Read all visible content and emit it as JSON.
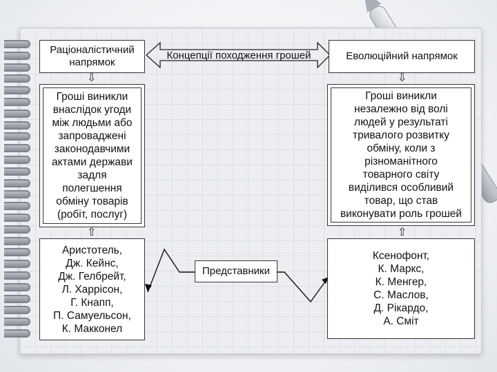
{
  "header": {
    "left": [
      "Раціоналістичний",
      "напрямок"
    ],
    "center": "Концепції походження грошей",
    "right": "Еволюційний напрямок"
  },
  "left_definition": [
    "Гроші виникли",
    "внаслідок угоди",
    "між людьми або",
    "запроваджені",
    "законодавчими",
    "актами держави",
    "задля",
    "полегшення",
    "обміну товарів",
    "(робіт, послуг)"
  ],
  "right_definition": [
    "Гроші виникли",
    "незалежно від волі",
    "людей у результаті",
    "тривалого розвитку",
    "обміну, коли з",
    "різноманітного",
    "товарного світу",
    "виділився особливий",
    "товар, що став",
    "виконувати роль грошей"
  ],
  "left_representatives": [
    "Аристотель,",
    "Дж. Кейнс,",
    "Дж. Гелбрейт,",
    "Л. Харрісон,",
    "Г. Кнапп,",
    "П. Самуельсон,",
    "К. Макконел"
  ],
  "right_representatives": [
    "Ксенофонт,",
    "К. Маркс,",
    "К. Менгер,",
    "С. Маслов,",
    "Д. Рікардо,",
    "А. Сміт"
  ],
  "center_label": "Представники",
  "arrows": {
    "down": "⇩",
    "up": "⇧"
  },
  "colors": {
    "sheet": "#eceef1",
    "box_border": "#333333",
    "ring": "#8b9099"
  }
}
